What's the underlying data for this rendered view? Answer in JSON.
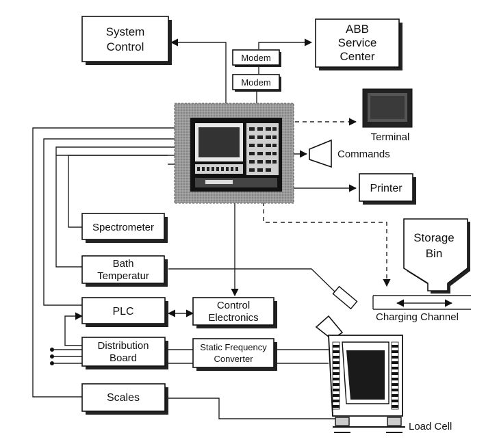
{
  "boxes": {
    "system_control": [
      "System",
      "Control"
    ],
    "abb_service_center": [
      "ABB",
      "Service",
      "Center"
    ],
    "modem_top": "Modem",
    "modem_bottom": "Modem",
    "terminal": "Terminal",
    "commands": "Commands",
    "printer": "Printer",
    "spectrometer": "Spectrometer",
    "storage_bin": [
      "Storage",
      "Bin"
    ],
    "bath_temperature": [
      "Bath",
      "Temperatur"
    ],
    "plc": "PLC",
    "control_electronics": [
      "Control",
      "Electronics"
    ],
    "charging_channel": "Charging Channel",
    "distribution_board": [
      "Distribution",
      "Board"
    ],
    "static_frequency_converter": [
      "Static Frequency",
      "Converter"
    ],
    "scales": "Scales",
    "load_cell": "Load Cell"
  }
}
